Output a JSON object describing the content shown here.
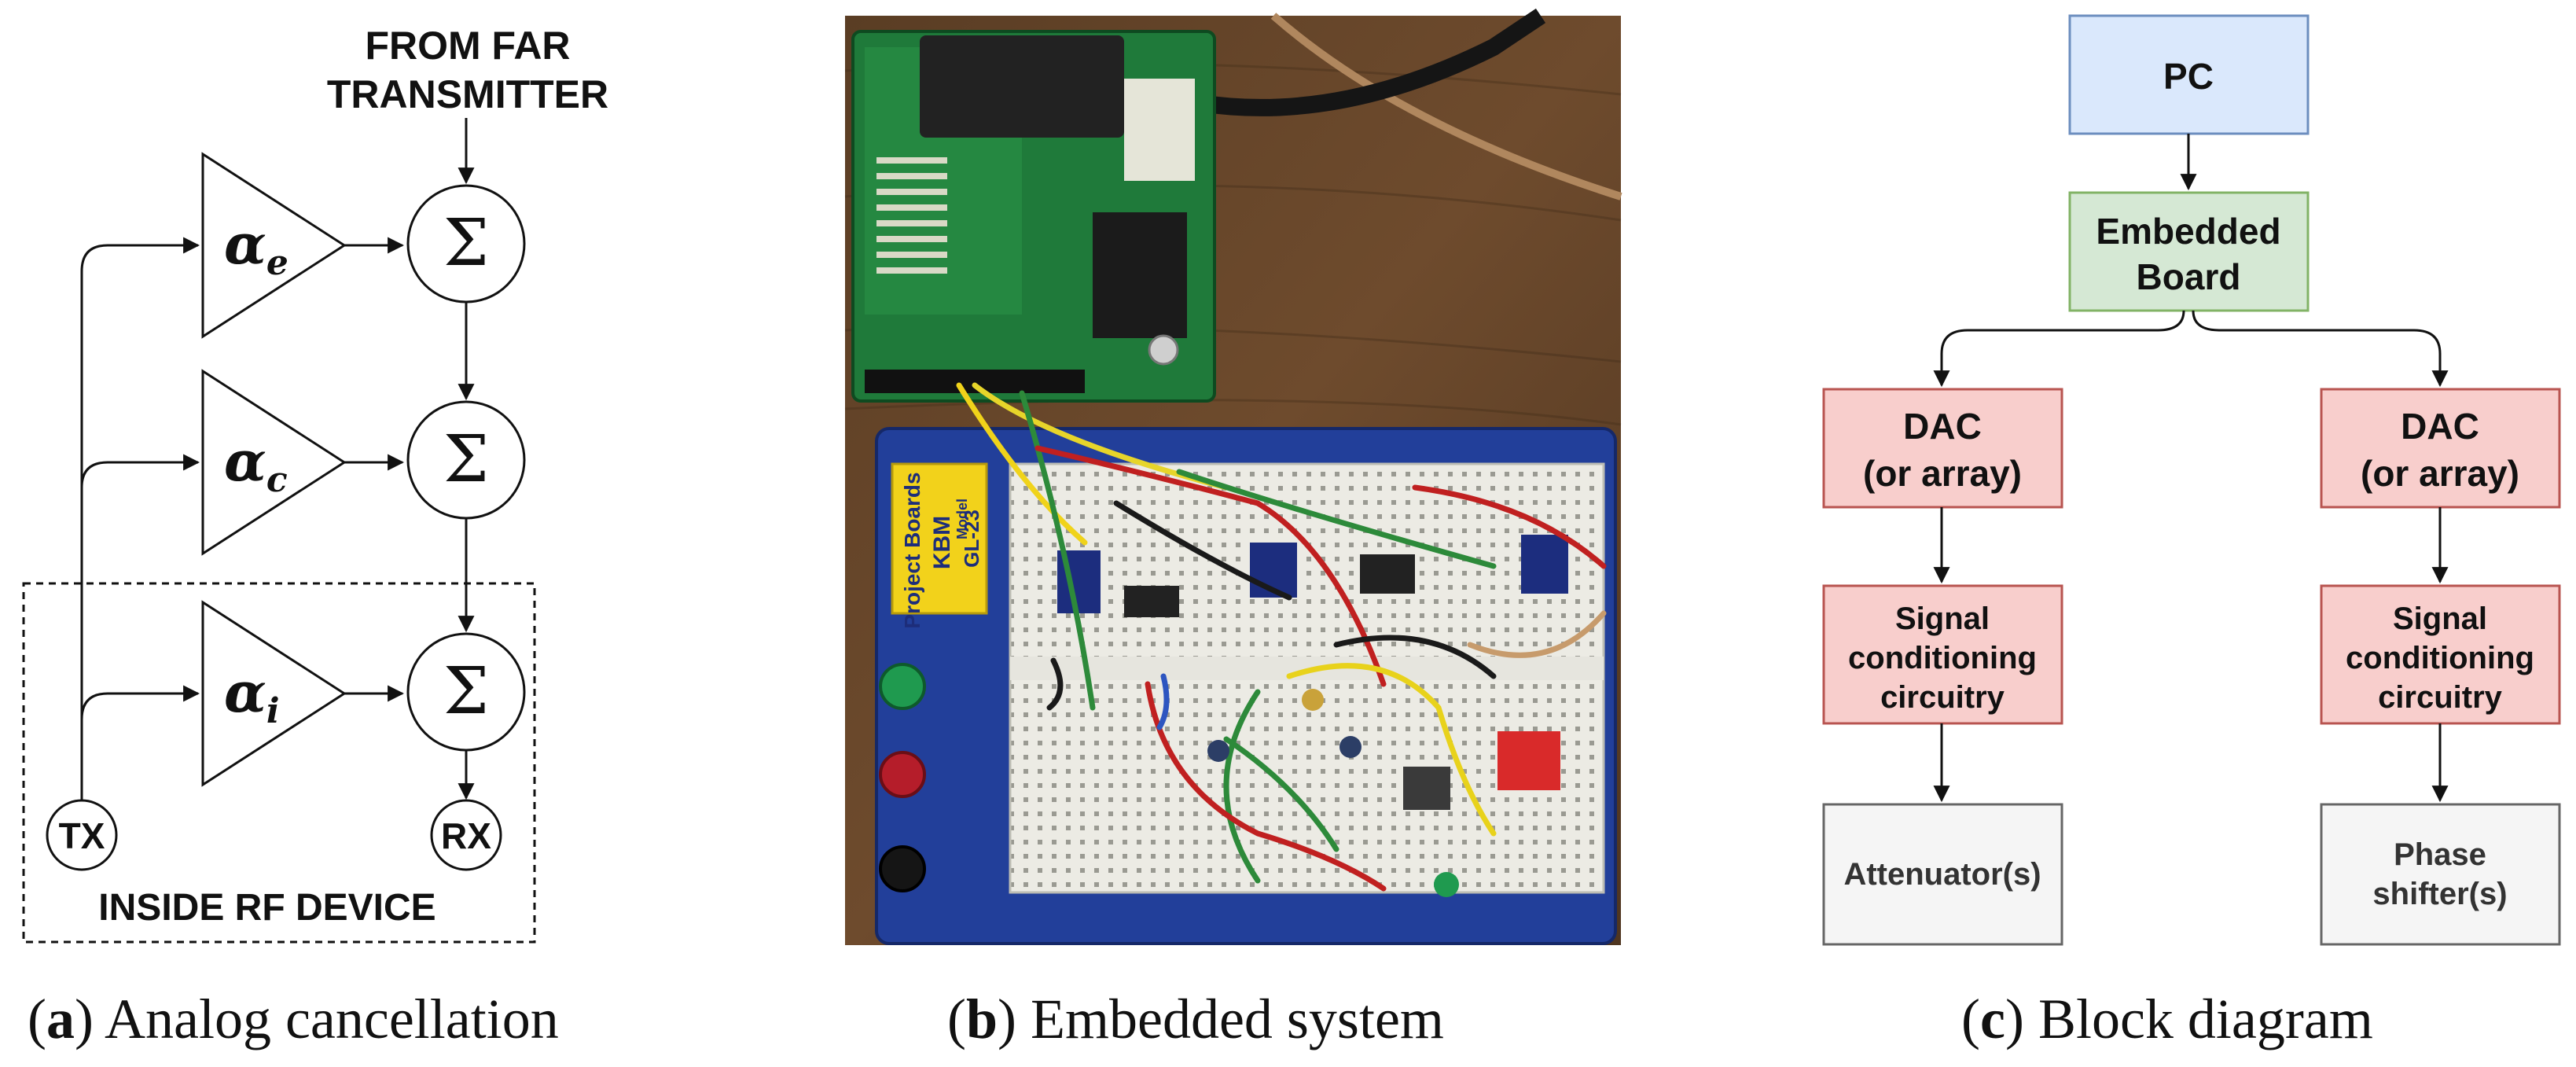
{
  "panel_a": {
    "source_label_line1": "FROM FAR",
    "source_label_line2": "TRANSMITTER",
    "gains": [
      {
        "symbol": "α",
        "subscript": "e"
      },
      {
        "symbol": "α",
        "subscript": "c"
      },
      {
        "symbol": "α",
        "subscript": "i"
      }
    ],
    "summer_symbol": "Σ",
    "tx_label": "TX",
    "rx_label": "RX",
    "device_label": "INSIDE RF DEVICE"
  },
  "panel_b": {
    "board_text_1": "Project Boards",
    "board_text_2": "KBM",
    "board_text_3": "Model",
    "board_text_4": "GL-23"
  },
  "panel_c": {
    "pc": "PC",
    "embedded_line1": "Embedded",
    "embedded_line2": "Board",
    "dac_line1": "DAC",
    "dac_line2": "(or array)",
    "signal_line1": "Signal",
    "signal_line2": "conditioning",
    "signal_line3": "circuitry",
    "attenuator": "Attenuator(s)",
    "phase_line1": "Phase",
    "phase_line2": "shifter(s)",
    "colors": {
      "pc_fill": "#dae8fc",
      "pc_stroke": "#6c8ebf",
      "green_fill": "#d5e8d4",
      "green_stroke": "#82b366",
      "red_fill": "#f8cecc",
      "red_stroke": "#b85450",
      "grey_fill": "#f5f5f5",
      "grey_stroke": "#666666",
      "grey_text": "#333333"
    }
  },
  "captions": [
    {
      "letter": "a",
      "text": " Analog cancellation"
    },
    {
      "letter": "b",
      "text": " Embedded system"
    },
    {
      "letter": "c",
      "text": " Block diagram"
    }
  ]
}
